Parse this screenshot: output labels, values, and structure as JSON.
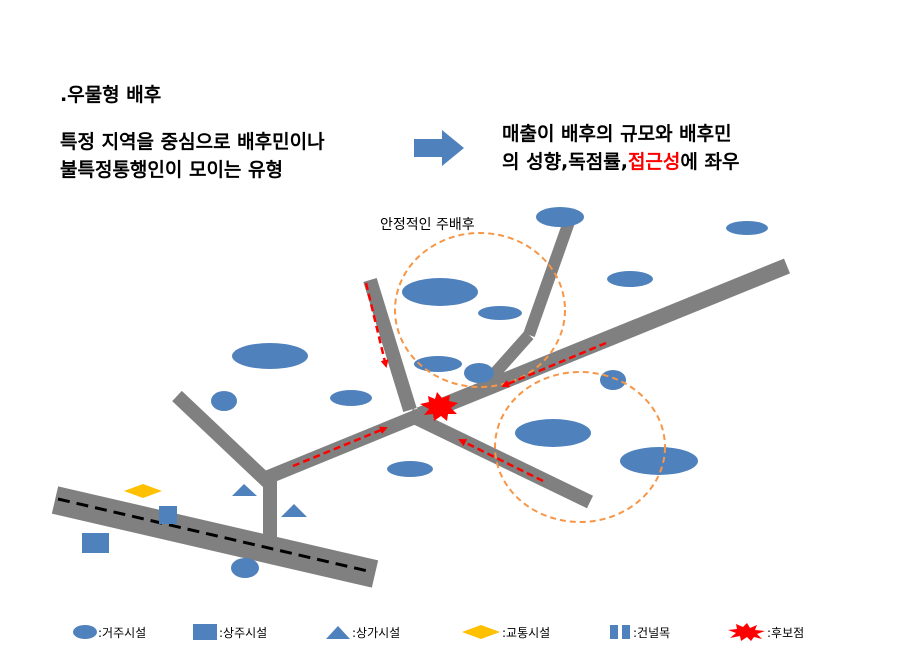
{
  "heading": ".우물형 배후",
  "description": {
    "left_line1": "특정 지역을 중심으로 배후민이나",
    "left_line2": "불특정통행인이 모이는 유형",
    "right_line1": "매출이 배후의 규모와 배후민",
    "right_line2_prefix": "의 성향,독점률,",
    "right_line2_highlight": "접근성",
    "right_line2_suffix": "에 좌우"
  },
  "diagram": {
    "circle_note": "안정적인 주배후"
  },
  "legend": {
    "residential": ":거주시설",
    "mixed_use": ":상주시설",
    "commercial": ":상가시설",
    "transport": ":교통시설",
    "crosswalk": ":건널목",
    "candidate": ":후보점"
  },
  "colors": {
    "road": "#808080",
    "facility_blue": "#4f81bd",
    "transport_yellow": "#ffc000",
    "arrow_red": "#ff0000",
    "circle_orange": "#f79646",
    "highlight_red": "#ff0000"
  }
}
